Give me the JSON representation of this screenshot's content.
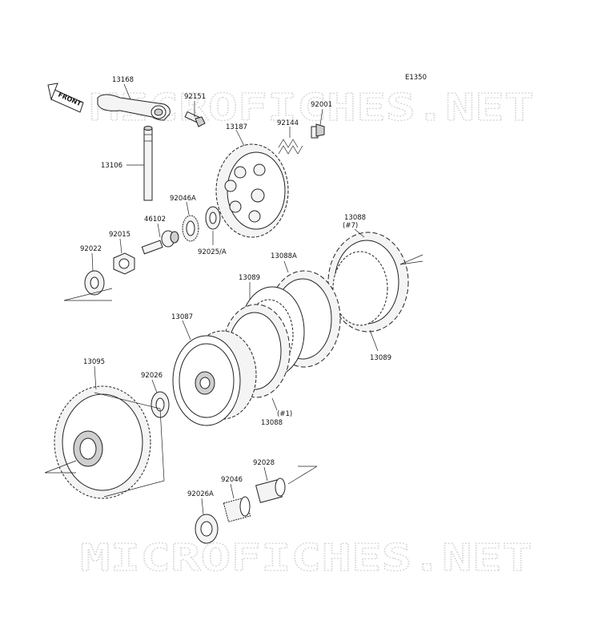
{
  "diagram_code": "E1350",
  "front_label": "FRONT",
  "watermark": "MICROFICHES.NET",
  "parts": {
    "p13168": "13168",
    "p92151": "92151",
    "p13106": "13106",
    "p13187": "13187",
    "p92144": "92144",
    "p92001": "92001",
    "p92046A": "92046A",
    "p46102": "46102",
    "p92015": "92015",
    "p92022": "92022",
    "p92025A": "92025/A",
    "p13088_top": "13088",
    "p13088_top_note": "(#7)",
    "p13088A": "13088A",
    "p13089_left": "13089",
    "p13089_right": "13089",
    "p13087": "13087",
    "p92026": "92026",
    "p13095": "13095",
    "p13088_bottom": "13088",
    "p13088_bottom_note": "(#1)",
    "p92028": "92028",
    "p92046": "92046",
    "p92026A": "92026A"
  }
}
